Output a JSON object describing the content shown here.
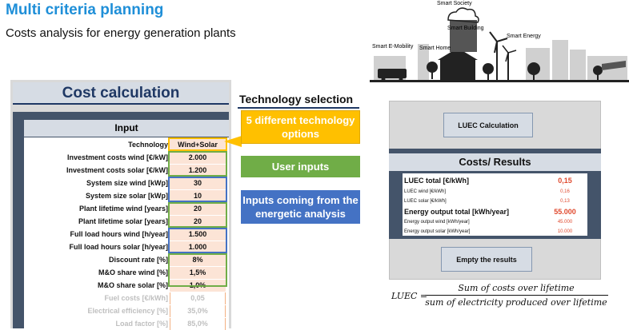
{
  "header": {
    "title": "Multi criteria planning",
    "subtitle": "Costs analysis for energy generation plants"
  },
  "cost_calc": {
    "title": "Cost calculation",
    "input_label": "Input",
    "rows": [
      {
        "label": "Technology",
        "value": "Wind+Solar"
      },
      {
        "label": "Investment costs wind [€/kW]",
        "value": "2.000"
      },
      {
        "label": "Investment costs solar [€/kW]",
        "value": "1.200"
      },
      {
        "label": "System size wind [kWp]",
        "value": "30"
      },
      {
        "label": "System size solar [kWp]",
        "value": "10"
      },
      {
        "label": "Plant lifetime wind [years]",
        "value": "20"
      },
      {
        "label": "Plant lifetime solar [years]",
        "value": "20"
      },
      {
        "label": "Full load hours wind [h/year]",
        "value": "1.500"
      },
      {
        "label": "Full load hours solar [h/year]",
        "value": "1.000"
      },
      {
        "label": "Discount rate [%]",
        "value": "8%"
      },
      {
        "label": "M&O share wind [%]",
        "value": "1,5%"
      },
      {
        "label": "M&O share solar [%]",
        "value": "1,0%"
      },
      {
        "label": "Fuel costs [€/kWh]",
        "value": "0,05"
      },
      {
        "label": "Electrical efficiency [%]",
        "value": "35,0%"
      },
      {
        "label": "Load factor [%]",
        "value": "85,0%"
      }
    ]
  },
  "annotations": {
    "technology_selection": "Technology selection",
    "tech_options": "5 different technology options",
    "user_inputs": "User inputs",
    "energetic_inputs": "Inputs coming from the energetic analysis"
  },
  "results": {
    "calc_button": "LUEC Calculation",
    "title": "Costs/ Results",
    "rows": [
      {
        "label": "LUEC total [€/kWh]",
        "value": "0,15",
        "size": "big"
      },
      {
        "label": "LUEC wind [€/kWh]",
        "value": "0,16",
        "size": "small"
      },
      {
        "label": "LUEC solar [€/kWh]",
        "value": "0,13",
        "size": "small"
      },
      {
        "label": "Energy output total [kWh/year]",
        "value": "55.000",
        "size": "big"
      },
      {
        "label": "Energy output wind [kWh/year]",
        "value": "45.000",
        "size": "small"
      },
      {
        "label": "Energy output solar [kWh/year]",
        "value": "10.000",
        "size": "small"
      }
    ],
    "empty_button": "Empty the results"
  },
  "formula": {
    "lhs": "LUEC =",
    "numerator": "Sum of costs over lifetime",
    "denominator": "sum of electricity produced over lifetime"
  },
  "city": {
    "labels": [
      "Smart Society",
      "Smart Building",
      "Smart Energy",
      "Smart E-Mobility",
      "Smart Home"
    ]
  },
  "colors": {
    "title_blue": "#1f8fd8",
    "dark_slate": "#44546a",
    "navy": "#1f3864",
    "orange_callout": "#ffc000",
    "green_callout": "#70ad47",
    "blue_callout": "#4472c4",
    "result_red": "#e04a2f"
  }
}
